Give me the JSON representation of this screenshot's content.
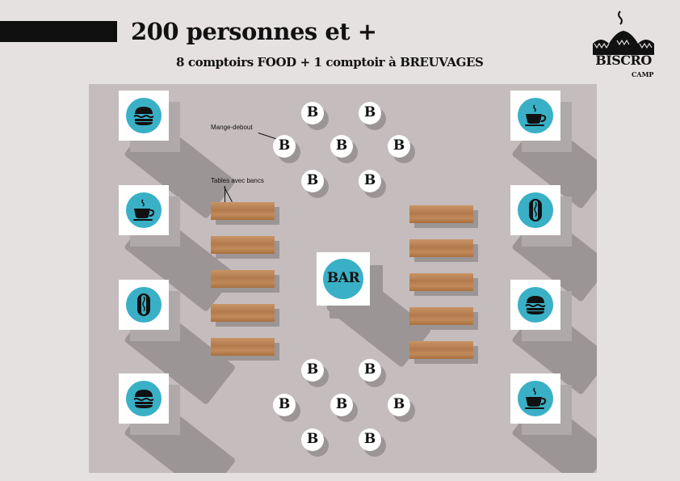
{
  "header": {
    "title": "200 personnes et +",
    "subtitle": "8 comptoirs FOOD + 1 comptoir à BREUVAGES"
  },
  "logo": {
    "main": "BISCRO",
    "sub": "CAMP"
  },
  "annotations": {
    "standing": "Mange-debout",
    "benches": "Tables avec bancs"
  },
  "bar": {
    "label": "BAR"
  },
  "stool_glyph": "B",
  "booths_left": [
    {
      "icon": "burger-icon"
    },
    {
      "icon": "coffee-cup-icon"
    },
    {
      "icon": "hotdog-icon"
    },
    {
      "icon": "burger-icon"
    }
  ],
  "booths_right": [
    {
      "icon": "coffee-cup-icon"
    },
    {
      "icon": "hotdog-icon"
    },
    {
      "icon": "burger-icon"
    },
    {
      "icon": "coffee-cup-icon"
    }
  ],
  "colors": {
    "accent": "#3ab0c6",
    "floor": "#c5bdbd",
    "background": "#e6e1e1",
    "wood": "#b27a4c"
  }
}
